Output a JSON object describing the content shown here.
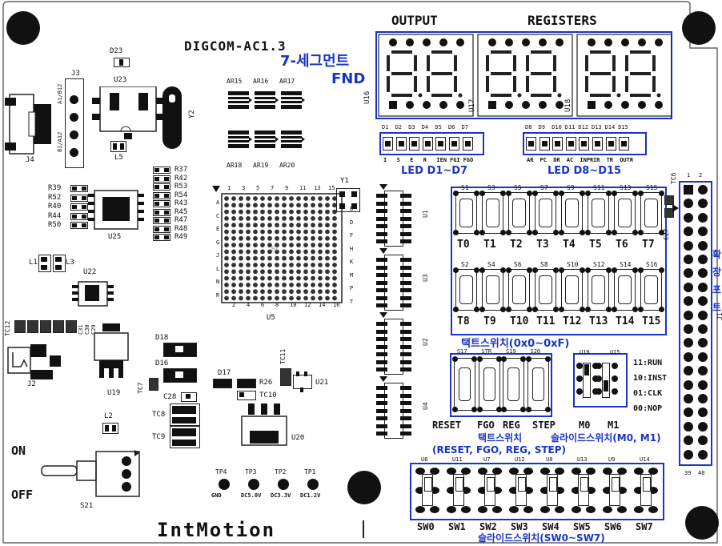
{
  "board": {
    "title": "DIGCOM-AC1.3",
    "brand": "IntMotion",
    "output_label": "OUTPUT",
    "registers_label": "REGISTERS"
  },
  "annotations": {
    "fnd_korean": "7-세그먼트",
    "fnd": "FND",
    "led_left": "LED D1~D7",
    "led_right": "LED D8~D15",
    "tact_main": "택트스위치(0x0~0xF)",
    "tact_ctrl": "택트스위치",
    "tact_ctrl_sub": "(RESET, FGO, REG, STEP)",
    "slide_mode": "슬라이드스위치(M0, M1)",
    "slide_bottom": "슬라이드스위치(SW0~SW7)",
    "expansion_port": [
      "확",
      "장",
      "포",
      "트"
    ]
  },
  "refdes": {
    "ar_top": [
      "AR15",
      "AR16",
      "AR17"
    ],
    "ar_bottom": [
      "AR18",
      "AR19",
      "AR20"
    ],
    "resistors_right": [
      "R37",
      "R42",
      "R53",
      "R54",
      "R43",
      "R45",
      "R47",
      "R48",
      "R49"
    ],
    "resistors_left": [
      "R39",
      "R52",
      "R40",
      "R44",
      "R50"
    ],
    "u_fnd": [
      "U16",
      "U17",
      "U18"
    ],
    "u_chips": [
      "U1",
      "U3",
      "U2",
      "U4"
    ],
    "misc": {
      "d23": "D23",
      "j3": "J3",
      "u23": "U23",
      "y2": "Y2",
      "l5": "L5",
      "j4": "J4",
      "u25": "U25",
      "l1": "L1",
      "l3": "L3",
      "u22": "U22",
      "tc12": "TC12",
      "c31": "C31",
      "c30": "C30",
      "c29": "C29",
      "j2": "J2",
      "u19": "U19",
      "d18": "D18",
      "d16": "D16",
      "tc7": "TC7",
      "c28": "C28",
      "tc8": "TC8",
      "tc9": "TC9",
      "l2": "L2",
      "d17": "D17",
      "r26": "R26",
      "tc10": "TC10",
      "tc11": "TC11",
      "u21": "U21",
      "u20": "U20",
      "u5": "U5",
      "y1": "Y1",
      "s21": "S21",
      "j1": "J1",
      "tc6": "TC6",
      "c27": "C27",
      "j3_top": "A1/B12",
      "j3_bot": "B1/A12",
      "u5_center": "B1"
    },
    "bga_cols_top": [
      "1",
      "3",
      "5",
      "7",
      "9",
      "11",
      "13",
      "15"
    ],
    "bga_cols_bottom": [
      "2",
      "4",
      "6",
      "8",
      "10",
      "12",
      "14",
      "16"
    ],
    "bga_rows_left": [
      "A",
      "C",
      "E",
      "G",
      "J",
      "L",
      "N",
      "R"
    ],
    "bga_rows_right": [
      "B",
      "D",
      "F",
      "H",
      "K",
      "M",
      "P",
      "T"
    ],
    "j1_pins_top": [
      "1",
      "2"
    ],
    "j1_pins_bottom": [
      "39",
      "40"
    ]
  },
  "leds": {
    "left_refs": [
      "D1",
      "D2",
      "D3",
      "D4",
      "D5",
      "D6",
      "D7"
    ],
    "left_labels": [
      "I",
      "S",
      "E",
      "R",
      "IEN",
      "FGI",
      "FGO"
    ],
    "right_refs": [
      "D8",
      "D9",
      "D10",
      "D11",
      "D12",
      "D13",
      "D14",
      "D15"
    ],
    "right_labels": [
      "AR",
      "PC",
      "DR",
      "AC",
      "INPR",
      "IR",
      "TR",
      "OUTR"
    ]
  },
  "tact": {
    "row1_refs": [
      "S1",
      "S3",
      "S5",
      "S7",
      "S9",
      "S11",
      "S13",
      "S15"
    ],
    "row1_labels": [
      "T0",
      "T1",
      "T2",
      "T3",
      "T4",
      "T5",
      "T6",
      "T7"
    ],
    "row2_refs": [
      "S2",
      "S4",
      "S6",
      "S8",
      "S10",
      "S12",
      "S14",
      "S16"
    ],
    "row2_labels": [
      "T8",
      "T9",
      "T10",
      "T11",
      "T12",
      "T13",
      "T14",
      "T15"
    ],
    "ctrl_refs": [
      "S17",
      "STR",
      "S19",
      "S20"
    ],
    "ctrl_labels": [
      "RESET",
      "FGO",
      "REG",
      "STEP"
    ]
  },
  "mode_switch": {
    "refs": [
      "U10",
      "U15"
    ],
    "labels": [
      "M0",
      "M1"
    ],
    "legend": [
      "11:RUN",
      "10:INST",
      "01:CLK",
      "00:NOP"
    ]
  },
  "slide_switches": {
    "refs": [
      "U6",
      "U11",
      "U7",
      "U12",
      "U8",
      "U13",
      "U9",
      "U14"
    ],
    "labels": [
      "SW0",
      "SW1",
      "SW2",
      "SW3",
      "SW4",
      "SW5",
      "SW6",
      "SW7"
    ]
  },
  "power": {
    "on": "ON",
    "off": "OFF",
    "tp_refs": [
      "TP4",
      "TP3",
      "TP2",
      "TP1"
    ],
    "tp_labels": [
      "GND",
      "DC5.0V",
      "DC3.3V",
      "DC1.2V"
    ]
  },
  "colors": {
    "annotation_blue": "#1a34c8",
    "silkscreen": "#111111",
    "board": "#ffffff"
  }
}
